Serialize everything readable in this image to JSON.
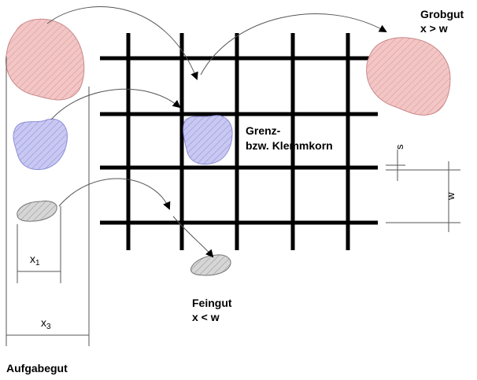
{
  "labels": {
    "grobgut_line1": "Grobgut",
    "grobgut_line2": "x > w",
    "grenz_line1": "Grenz-",
    "grenz_line2": "bzw. Klemmkorn",
    "feingut_line1": "Feingut",
    "feingut_line2": "x < w",
    "aufgabegut": "Aufgabegut",
    "s_label": "s",
    "w_label": "w",
    "x1_base": "x",
    "x1_sub": "1",
    "x3_base": "x",
    "x3_sub": "3"
  },
  "colors": {
    "coarse_fill": "#f3c6c6",
    "boundary_fill": "#c8c8f2",
    "fine_fill": "#cfcfcf",
    "grid": "#000000",
    "arrow": "#555555"
  }
}
